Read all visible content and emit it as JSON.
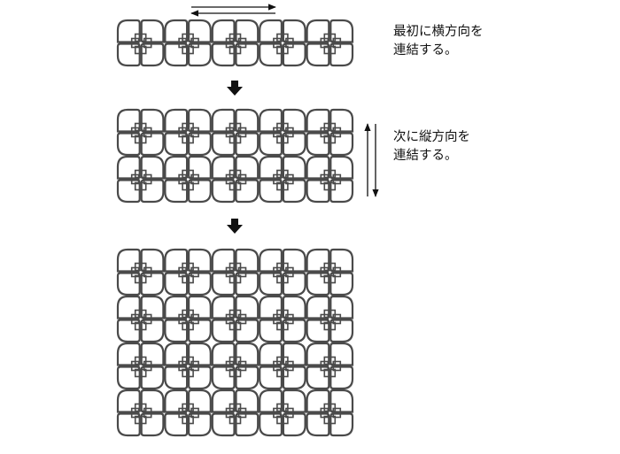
{
  "captions": {
    "step1_line1": "最初に横方向を",
    "step1_line2": "連結する。",
    "step2_line1": "次に縦方向を",
    "step2_line2": "連結する。"
  },
  "diagram": {
    "columns": 10,
    "step1_rows": 2,
    "step2_rows": 4,
    "step3_rows": 8,
    "link_pattern": [
      [
        "tl",
        "tr",
        "tl",
        "tr",
        "tl",
        "tr",
        "tl",
        "tr",
        "tl",
        "tr"
      ],
      [
        "bl",
        "br",
        "bl",
        "br",
        "bl",
        "br",
        "bl",
        "br",
        "bl",
        "br"
      ]
    ],
    "stroke_color": "#4a4a4a"
  }
}
